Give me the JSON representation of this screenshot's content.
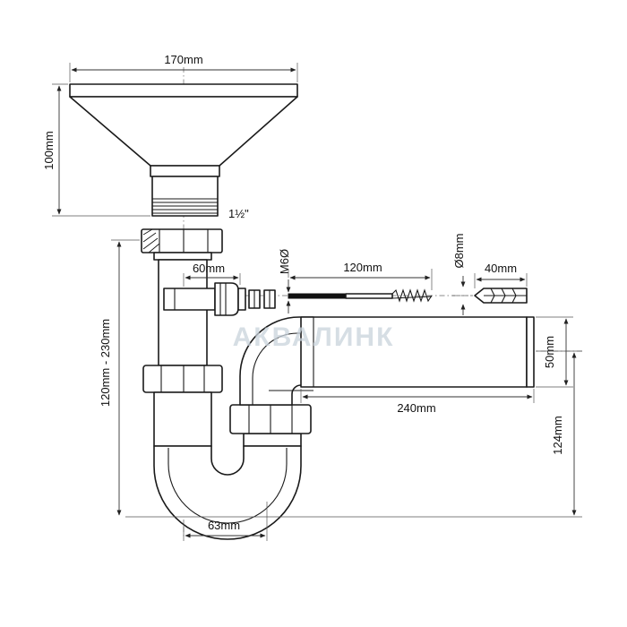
{
  "labels": {
    "funnel_width": "170mm",
    "funnel_height": "100mm",
    "thread": "1½\"",
    "nut_offset": "60mm",
    "screw_thread": "M6Ø",
    "screw_length": "120mm",
    "dowel_diameter": "Ø8mm",
    "dowel_length": "40mm",
    "outlet_diameter": "50mm",
    "height_range": "120mm - 230mm",
    "outlet_length": "240mm",
    "outlet_height": "124mm",
    "bend_width": "63mm"
  },
  "watermark": "АКВАЛИНК"
}
